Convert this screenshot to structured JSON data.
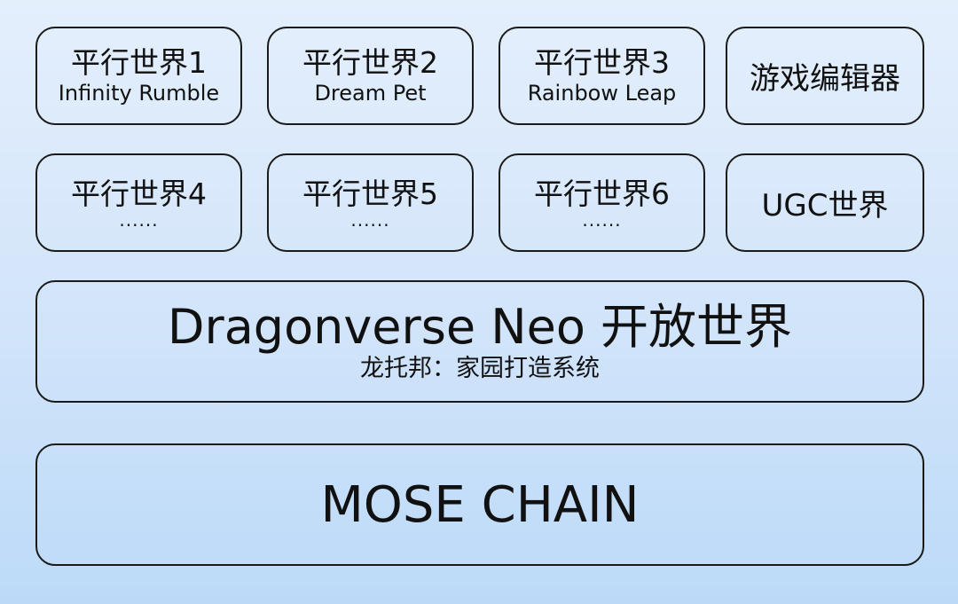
{
  "row1": [
    {
      "title": "平行世界1",
      "subtitle": "Infinity Rumble"
    },
    {
      "title": "平行世界2",
      "subtitle": "Dream Pet"
    },
    {
      "title": "平行世界3",
      "subtitle": "Rainbow Leap"
    },
    {
      "title": "游戏编辑器"
    }
  ],
  "row2": [
    {
      "title": "平行世界4",
      "subtitle": "......"
    },
    {
      "title": "平行世界5",
      "subtitle": "......"
    },
    {
      "title": "平行世界6",
      "subtitle": "......"
    },
    {
      "title": "UGC世界"
    }
  ],
  "open_world": {
    "title": "Dragonverse Neo 开放世界",
    "subtitle": "龙托邦：家园打造系统"
  },
  "chain": {
    "title": "MOSE CHAIN"
  }
}
